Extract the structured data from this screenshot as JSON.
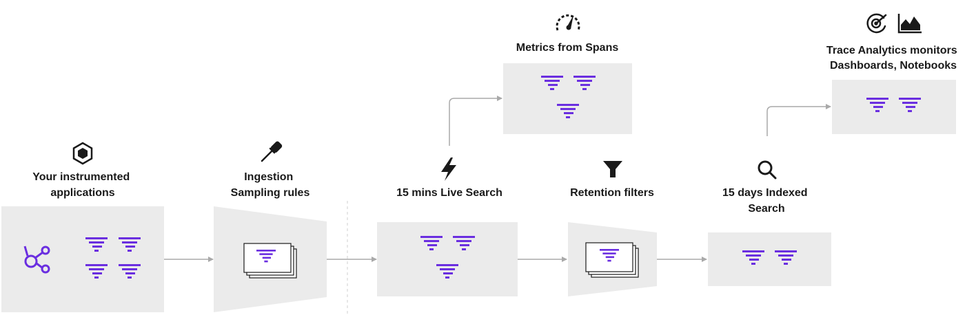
{
  "colors": {
    "accent": "#6a2ee0",
    "box_fill": "#ebebeb",
    "arrow": "#a9a9a9",
    "text": "#1a1a1a",
    "icon": "#1a1a1a"
  },
  "stages": {
    "apps": {
      "label_line1": "Your instrumented",
      "label_line2": "applications",
      "icon": "hexagon-icon",
      "node_icon": "network-nodes-icon"
    },
    "ingestion": {
      "label_line1": "Ingestion",
      "label_line2": "Sampling rules",
      "icon": "dropper-icon"
    },
    "live": {
      "label": "15 mins Live Search",
      "icon": "lightning-icon"
    },
    "metrics": {
      "label": "Metrics from Spans",
      "icon": "speedometer-icon"
    },
    "retention": {
      "label": "Retention filters",
      "icon": "filter-icon"
    },
    "indexed": {
      "label_line1": "15 days Indexed",
      "label_line2": "Search",
      "icon": "search-icon"
    },
    "analytics": {
      "label_line1": "Trace Analytics monitors",
      "label_line2": "Dashboards, Notebooks",
      "icons": [
        "target-icon",
        "area-chart-icon"
      ]
    }
  }
}
